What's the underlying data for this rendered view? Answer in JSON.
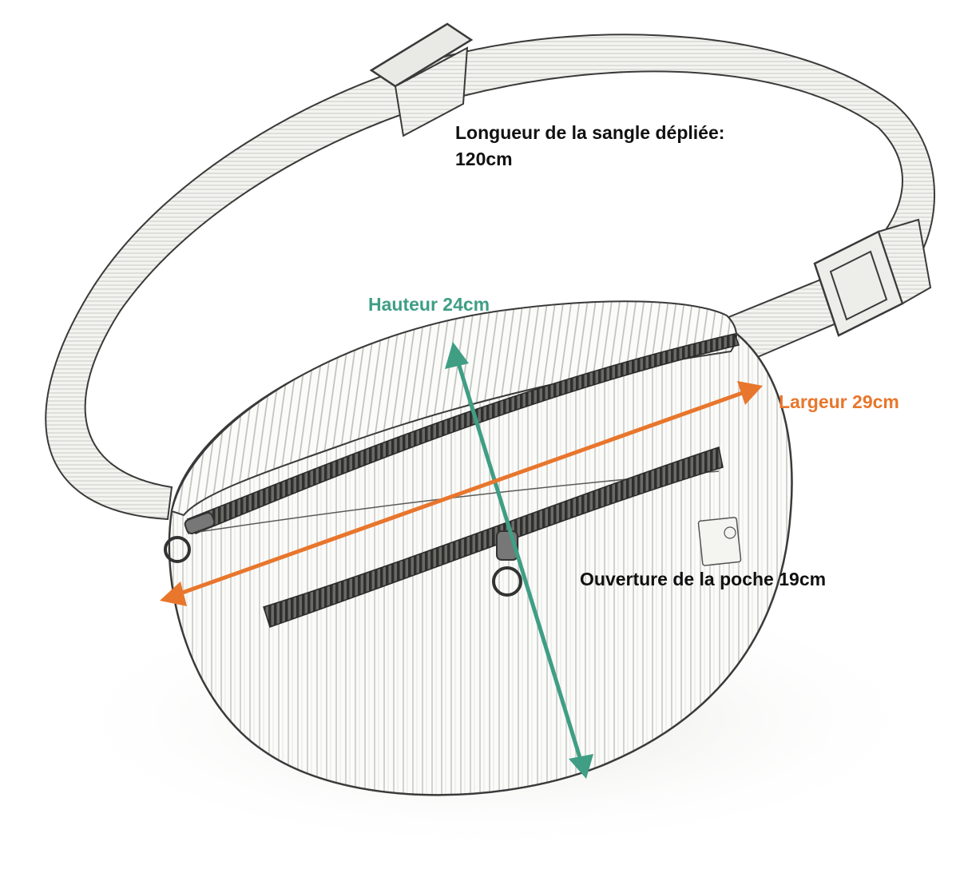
{
  "labels": {
    "strap_line1": "Longueur de la sangle dépliée:",
    "strap_line2": "120cm",
    "height": "Hauteur  24cm",
    "width": "Largeur 29cm",
    "pocket": "Ouverture de la poche  19cm"
  },
  "colors": {
    "height_arrow": "#3f9e84",
    "width_arrow": "#e8762c",
    "sketch": "#3a3a3a",
    "zipper": "#444444"
  }
}
